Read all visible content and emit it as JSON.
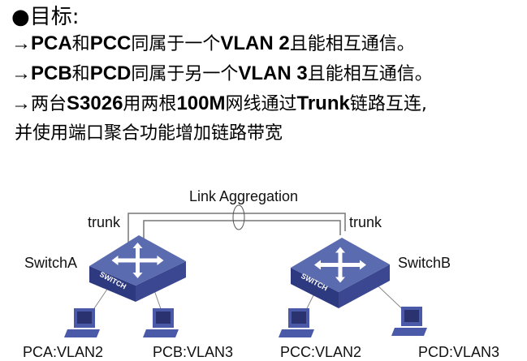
{
  "heading": {
    "bullet": "●",
    "title": "目标:"
  },
  "goals": [
    {
      "arrow": "→",
      "parts": [
        [
          "b",
          "PCA"
        ],
        [
          "t",
          "和"
        ],
        [
          "b",
          "PCC"
        ],
        [
          "t",
          "同属于一个"
        ],
        [
          "b",
          "VLAN 2"
        ],
        [
          "t",
          "且能相互通信。"
        ]
      ]
    },
    {
      "arrow": "→",
      "parts": [
        [
          "b",
          "PCB"
        ],
        [
          "t",
          "和"
        ],
        [
          "b",
          "PCD"
        ],
        [
          "t",
          "同属于另一个"
        ],
        [
          "b",
          "VLAN 3"
        ],
        [
          "t",
          "且能相互通信。"
        ]
      ]
    },
    {
      "arrow": "→",
      "parts": [
        [
          "t",
          "两台"
        ],
        [
          "b",
          "S3026"
        ],
        [
          "t",
          "用两根"
        ],
        [
          "b",
          "100M"
        ],
        [
          "t",
          "网线通过"
        ],
        [
          "b",
          "Trunk"
        ],
        [
          "t",
          "链路互连,"
        ]
      ]
    }
  ],
  "goal_continuation": "并使用端口聚合功能增加链路带宽",
  "diagram": {
    "link_label": "Link Aggregation",
    "trunk_left": "trunk",
    "trunk_right": "trunk",
    "switch_a": "SwitchA",
    "switch_b": "SwitchB",
    "switch_face": "SWITCH",
    "pcs": [
      "PCA:VLAN2",
      "PCB:VLAN3",
      "PCC:VLAN2",
      "PCD:VLAN3"
    ],
    "colors": {
      "switch_top": "#5a6bb0",
      "switch_side": "#2e3a80",
      "pc": "#4a5aa8"
    }
  }
}
